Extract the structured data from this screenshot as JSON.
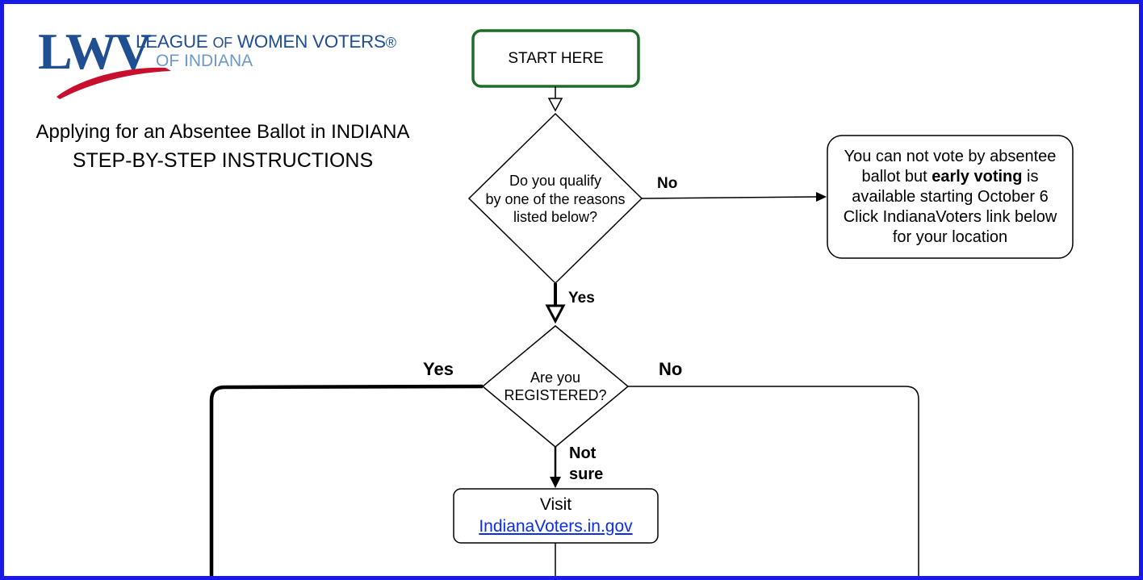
{
  "logo": {
    "wordmark": "LWV",
    "league": "LEAGUE",
    "of": "OF",
    "women_voters": "WOMEN VOTERS",
    "reg": "®",
    "state": "OF INDIANA"
  },
  "title": {
    "line1": "Applying for an Absentee Ballot in INDIANA",
    "line2": "STEP-BY-STEP INSTRUCTIONS"
  },
  "nodes": {
    "start": "START HERE",
    "qualify": [
      "Do you qualify",
      "by one of the reasons",
      "listed below?"
    ],
    "early_voting": {
      "line1": "You can not vote by absentee",
      "line2_pre": "ballot but",
      "line2_bold": "early voting",
      "line2_post": "is",
      "line3": "available starting October 6",
      "line4": "Click IndianaVoters link below",
      "line5": "for your location"
    },
    "registered": [
      "Are you",
      "REGISTERED?"
    ],
    "visit": {
      "label": "Visit",
      "link": "IndianaVoters.in.gov"
    }
  },
  "edge_labels": {
    "qualify_no": "No",
    "qualify_yes": "Yes",
    "registered_yes": "Yes",
    "registered_no": "No",
    "registered_not_sure_1": "Not",
    "registered_not_sure_2": "sure"
  },
  "colors": {
    "frame": "#1a1ae6",
    "start_border": "#1e6b2a",
    "logo_blue": "#1f4e91",
    "logo_light_blue": "#6d98c5",
    "logo_swoosh": "#c8102e",
    "link": "#0a2ee8"
  }
}
